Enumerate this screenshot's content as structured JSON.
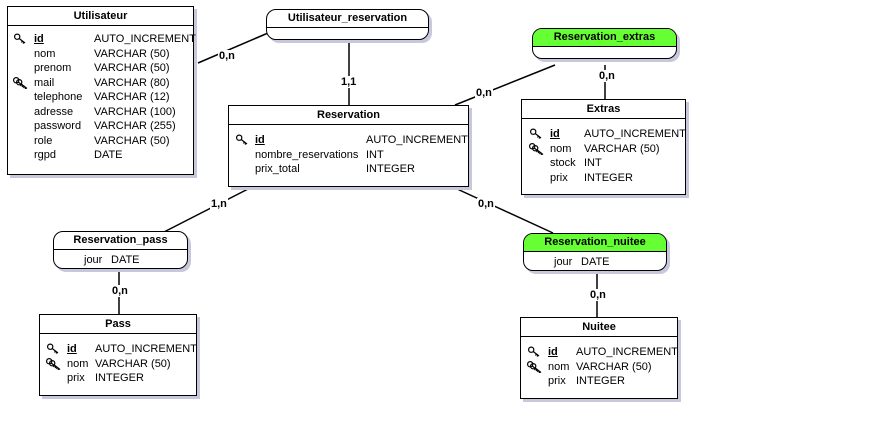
{
  "entities": {
    "utilisateur": {
      "title": "Utilisateur",
      "attributes": [
        {
          "name": "id",
          "type": "AUTO_INCREMENT",
          "key": "primary"
        },
        {
          "name": "nom",
          "type": "VARCHAR (50)",
          "key": ""
        },
        {
          "name": "prenom",
          "type": "VARCHAR (50)",
          "key": ""
        },
        {
          "name": "mail",
          "type": "VARCHAR (80)",
          "key": "unique"
        },
        {
          "name": "telephone",
          "type": "VARCHAR (12)",
          "key": ""
        },
        {
          "name": "adresse",
          "type": "VARCHAR (100)",
          "key": ""
        },
        {
          "name": "password",
          "type": "VARCHAR (255)",
          "key": ""
        },
        {
          "name": "role",
          "type": "VARCHAR (50)",
          "key": ""
        },
        {
          "name": "rgpd",
          "type": "DATE",
          "key": ""
        }
      ]
    },
    "reservation": {
      "title": "Reservation",
      "attributes": [
        {
          "name": "id",
          "type": "AUTO_INCREMENT",
          "key": "primary"
        },
        {
          "name": "nombre_reservations",
          "type": "INT",
          "key": ""
        },
        {
          "name": "prix_total",
          "type": "INTEGER",
          "key": ""
        }
      ]
    },
    "extras": {
      "title": "Extras",
      "attributes": [
        {
          "name": "id",
          "type": "AUTO_INCREMENT",
          "key": "primary"
        },
        {
          "name": "nom",
          "type": "VARCHAR (50)",
          "key": "unique"
        },
        {
          "name": "stock",
          "type": "INT",
          "key": ""
        },
        {
          "name": "prix",
          "type": "INTEGER",
          "key": ""
        }
      ]
    },
    "pass": {
      "title": "Pass",
      "attributes": [
        {
          "name": "id",
          "type": "AUTO_INCREMENT",
          "key": "primary"
        },
        {
          "name": "nom",
          "type": "VARCHAR (50)",
          "key": "unique"
        },
        {
          "name": "prix",
          "type": "INTEGER",
          "key": ""
        }
      ]
    },
    "nuitee": {
      "title": "Nuitee",
      "attributes": [
        {
          "name": "id",
          "type": "AUTO_INCREMENT",
          "key": "primary"
        },
        {
          "name": "nom",
          "type": "VARCHAR (50)",
          "key": "unique"
        },
        {
          "name": "prix",
          "type": "INTEGER",
          "key": ""
        }
      ]
    }
  },
  "associations": {
    "utilisateur_reservation": {
      "title": "Utilisateur_reservation",
      "attributes": [],
      "highlight": false
    },
    "reservation_extras": {
      "title": "Reservation_extras",
      "attributes": [],
      "highlight": true
    },
    "reservation_pass": {
      "title": "Reservation_pass",
      "attributes": [
        {
          "name": "jour",
          "type": "DATE"
        }
      ],
      "highlight": false
    },
    "reservation_nuitee": {
      "title": "Reservation_nuitee",
      "attributes": [
        {
          "name": "jour",
          "type": "DATE"
        }
      ],
      "highlight": true
    }
  },
  "cardinalities": {
    "utilisateur_to_utilisateur_reservation": "0,n",
    "reservation_to_utilisateur_reservation": "1,1",
    "reservation_to_reservation_extras": "0,n",
    "extras_to_reservation_extras": "0,n",
    "reservation_to_reservation_pass": "1,n",
    "pass_to_reservation_pass": "0,n",
    "reservation_to_reservation_nuitee": "0,n",
    "nuitee_to_reservation_nuitee": "0,n"
  },
  "colors": {
    "highlight": "#66ff33",
    "shadow": "#c8c8dc",
    "line": "#000000"
  },
  "icons": {
    "primary": "key-icon",
    "unique": "double-key-icon"
  }
}
